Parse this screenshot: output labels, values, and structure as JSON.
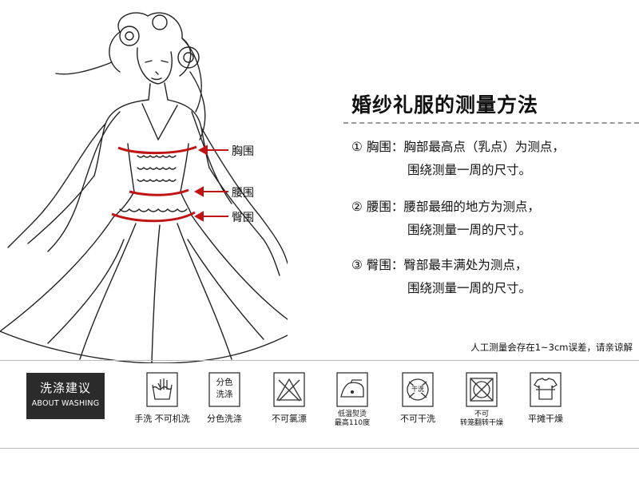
{
  "title": "婚纱礼服的测量方法",
  "sketch_labels": {
    "chest": "胸围",
    "waist": "腰围",
    "hip": "臀围"
  },
  "items": [
    {
      "num": "①",
      "name": "胸围：",
      "line1": "胸部最高点（乳点）为测点，",
      "line2": "围绕测量一周的尺寸。"
    },
    {
      "num": "②",
      "name": "腰围：",
      "line1": "腰部最细的地方为测点，",
      "line2": "围绕测量一周的尺寸。"
    },
    {
      "num": "③",
      "name": "臀围：",
      "line1": "臀部最丰满处为测点，",
      "line2": "围绕测量一周的尺寸。"
    }
  ],
  "note": "人工测量会存在1~3cm误差，请亲谅解",
  "washing": {
    "title_cn": "洗涤建议",
    "title_en": "ABOUT WASHING",
    "icons": [
      {
        "icon": "hand-wash-icon",
        "label": "手洗 不可机洗"
      },
      {
        "icon": "separate-wash-icon",
        "icon_text_1": "分色",
        "icon_text_2": "洗涤",
        "label": "分色洗涤"
      },
      {
        "icon": "no-bleach-icon",
        "label": "不可氯漂"
      },
      {
        "icon": "low-iron-icon",
        "label_1": "低温熨烫",
        "label_2": "最高110度"
      },
      {
        "icon": "no-dryclean-icon",
        "icon_text": "干洗",
        "label": "不可干洗"
      },
      {
        "icon": "no-tumble-dry-icon",
        "label_1": "不可",
        "label_2": "转笼翻转干燥"
      },
      {
        "icon": "flat-dry-icon",
        "label": "平摊干燥"
      }
    ]
  },
  "colors": {
    "accent_red": "#c01515",
    "dark_badge": "#2b2b2b"
  }
}
